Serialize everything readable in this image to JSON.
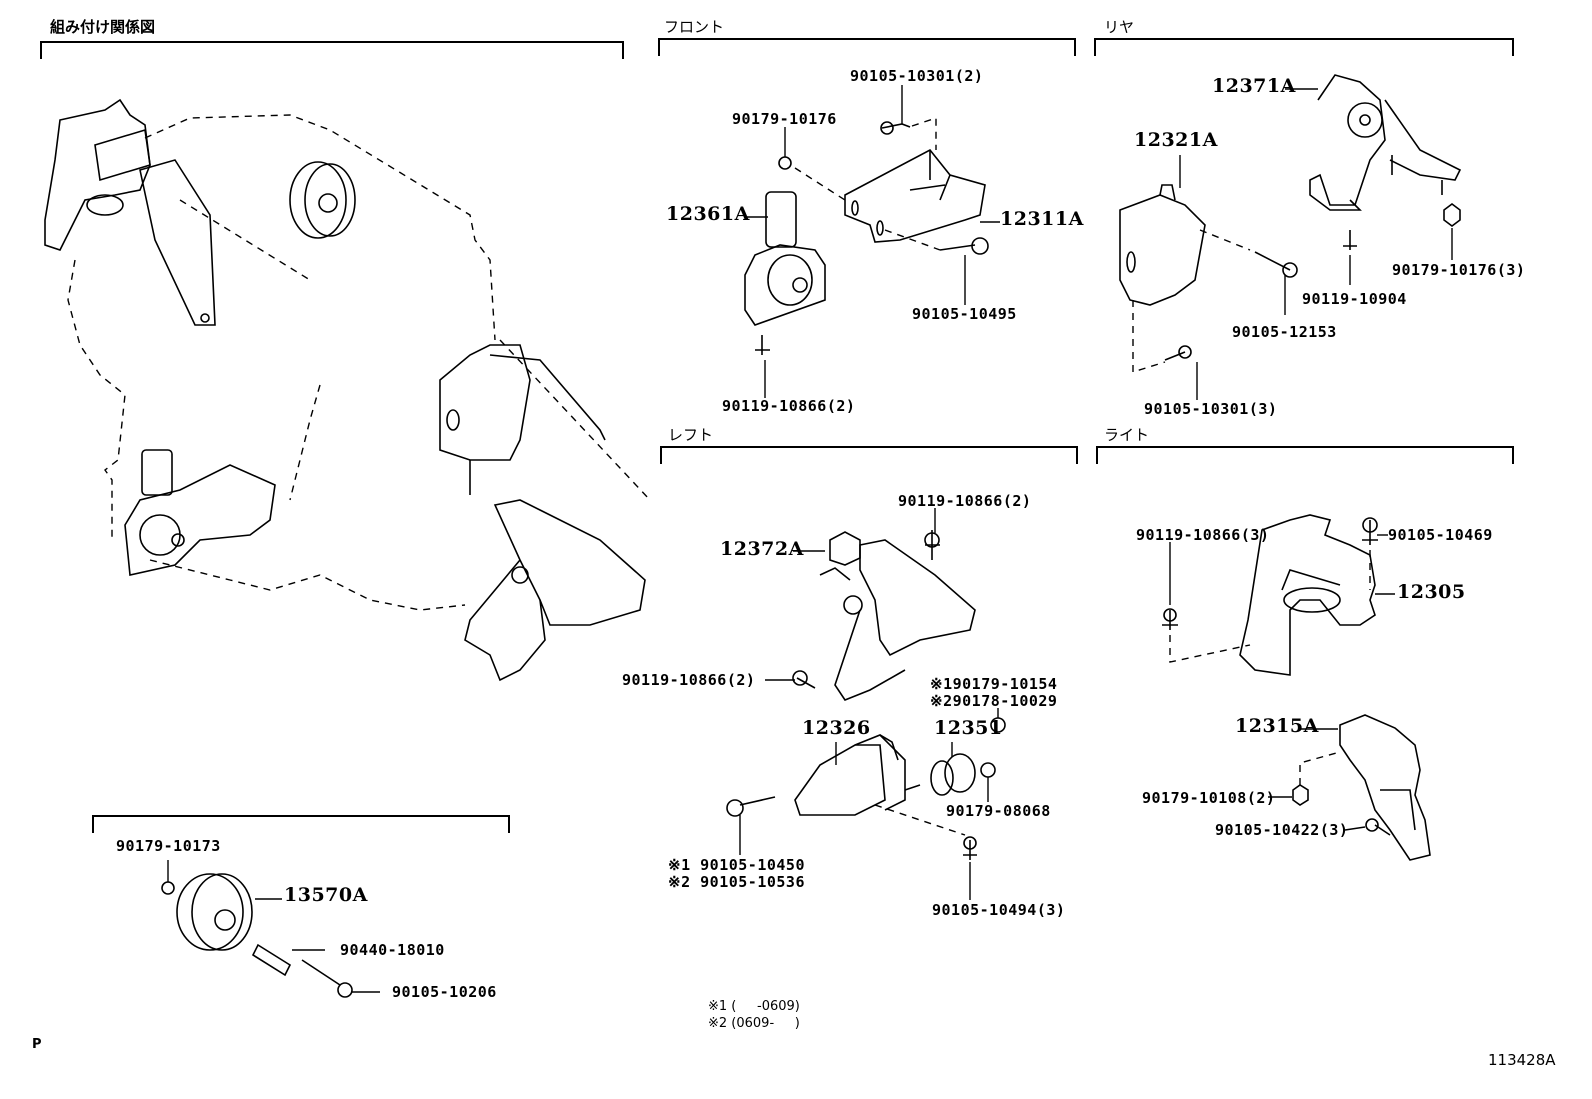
{
  "sections": {
    "assembly": "組み付け関係図",
    "front": "フロント",
    "rear": "リヤ",
    "left": "レフト",
    "right": "ライト"
  },
  "front": {
    "bolt_top": "90105-10301(2)",
    "nut": "90179-10176",
    "mount": "12361A",
    "bracket": "12311A",
    "bolt_side": "90105-10495",
    "bolt_bottom": "90119-10866(2)"
  },
  "rear": {
    "mount": "12371A",
    "bracket": "12321A",
    "bolt_long": "90105-12153",
    "bolt_stud": "90119-10904",
    "nut": "90179-10176(3)",
    "bolt_bottom": "90105-10301(3)"
  },
  "left": {
    "bolt_top": "90119-10866(2)",
    "mount": "12372A",
    "bolt_side": "90119-10866(2)",
    "nut_1": "※190179-10154",
    "nut_2": "※290178-10029",
    "bracket": "12326",
    "stopper": "12351",
    "nut_stopper": "90179-08068",
    "bolt_1": "※1 90105-10450",
    "bolt_2": "※2 90105-10536",
    "bolt_bottom": "90105-10494(3)"
  },
  "right": {
    "bolt_left": "90119-10866(3)",
    "bolt_top": "90105-10469",
    "mount": "12305",
    "bracket": "12315A",
    "nut": "90179-10108(2)",
    "bolt": "90105-10422(3)"
  },
  "pulley": {
    "nut": "90179-10173",
    "pulley": "13570A",
    "collar": "90440-18010",
    "bolt": "90105-10206"
  },
  "notes": {
    "note_1": "※1 (     -0609)",
    "note_2": "※2 (0609-     )"
  },
  "footer": {
    "page_mark": "P",
    "illustration_id": "113428A"
  }
}
